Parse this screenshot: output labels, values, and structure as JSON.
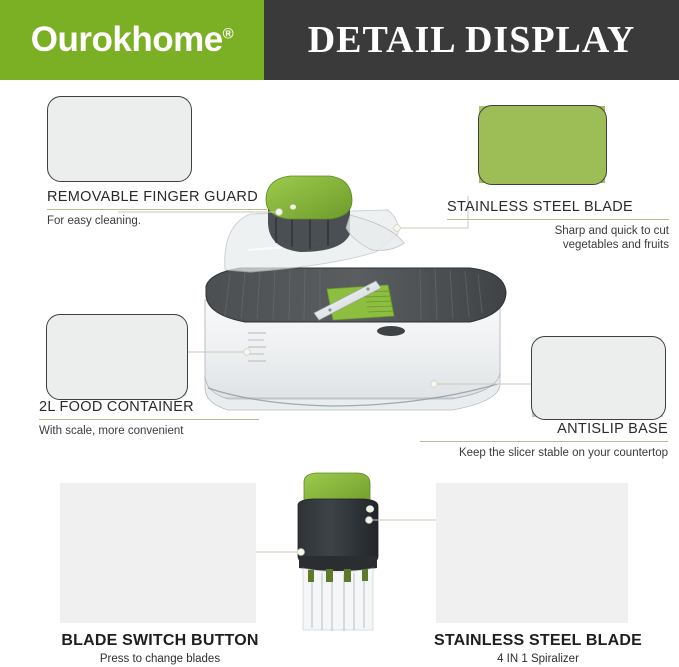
{
  "header": {
    "brand": "Ourokhome",
    "brand_mark": "®",
    "title": "DETAIL DISPLAY",
    "brand_bg": "#7cb024",
    "title_bg": "#3a3a3a"
  },
  "features": [
    {
      "id": "removable-finger-guard",
      "title": "REMOVABLE FINGER GUARD",
      "subtitle": "For easy cleaning."
    },
    {
      "id": "stainless-steel-blade",
      "title": "STAINLESS STEEL BLADE",
      "subtitle_line1": "Sharp and quick to cut",
      "subtitle_line2": "vegetables and fruits"
    },
    {
      "id": "food-container",
      "title": "2L FOOD CONTAINER",
      "subtitle": "With scale, more convenient"
    },
    {
      "id": "antislip-base",
      "title": "ANTISLIP BASE",
      "subtitle": "Keep the slicer stable on your countertop"
    }
  ],
  "bottom_features": [
    {
      "id": "blade-switch-button",
      "title": "BLADE SWITCH BUTTON",
      "subtitle": "Press to change blades"
    },
    {
      "id": "stainless-steel-blade-disc",
      "title": "STAINLESS STEEL BLADE",
      "subtitle": "4 IN 1 Spiralizer"
    }
  ],
  "colors": {
    "brand_green": "#7cb024",
    "product_green": "#8dbe3f",
    "dark_gray": "#3a3a3a",
    "panel_gray": "#f0f0f0",
    "rule": "#b9bd92",
    "connector": "#c9c9bb"
  }
}
